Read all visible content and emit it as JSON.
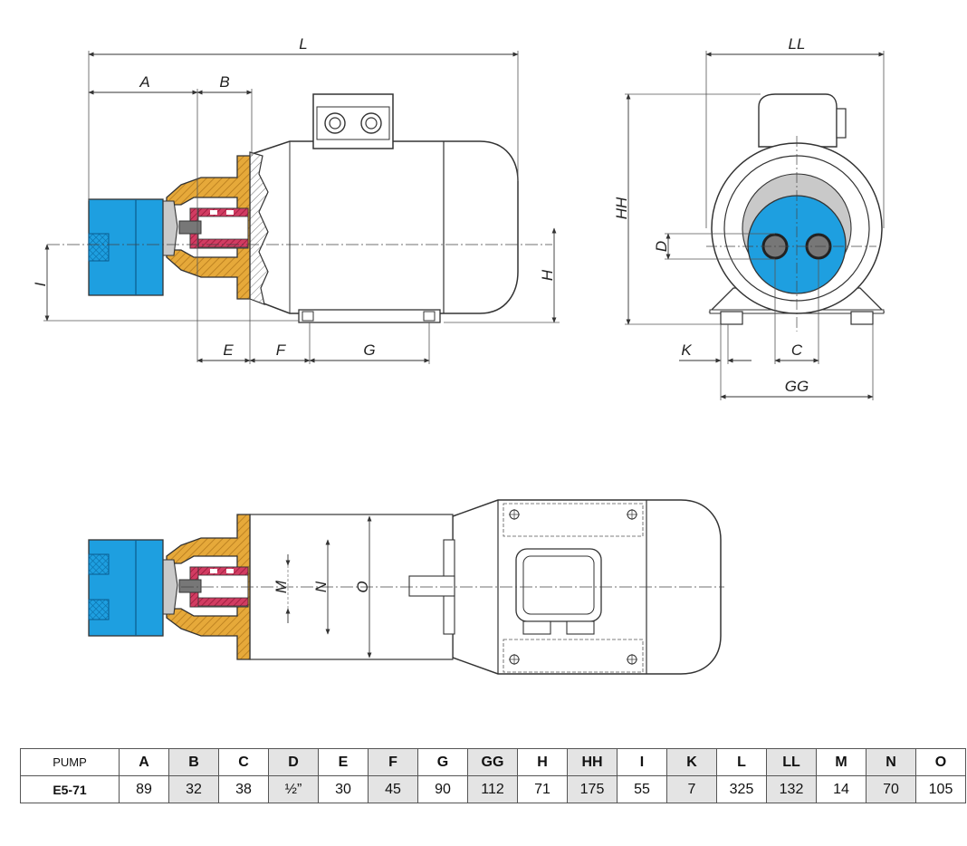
{
  "drawing": {
    "front_view_labels": {
      "L": "L",
      "A": "A",
      "B": "B",
      "H": "H",
      "I": "I",
      "E": "E",
      "F": "F",
      "G": "G"
    },
    "side_view_labels": {
      "LL": "LL",
      "HH": "HH",
      "D": "D",
      "K": "K",
      "C": "C",
      "GG": "GG"
    },
    "top_view_labels": {
      "M": "M",
      "N": "N",
      "O": "O"
    },
    "colors": {
      "pump": "#1e9fe0",
      "bracket": "#e6a93a",
      "coupling": "#c8284e",
      "line": "#333333",
      "table_shade": "#e4e4e4"
    }
  },
  "table": {
    "headers": [
      "PUMP",
      "A",
      "B",
      "C",
      "D",
      "E",
      "F",
      "G",
      "GG",
      "H",
      "HH",
      "I",
      "K",
      "L",
      "LL",
      "M",
      "N",
      "O"
    ],
    "rows": [
      [
        "E5-71",
        "89",
        "32",
        "38",
        "½”",
        "30",
        "45",
        "90",
        "112",
        "71",
        "175",
        "55",
        "7",
        "325",
        "132",
        "14",
        "70",
        "105"
      ]
    ]
  }
}
